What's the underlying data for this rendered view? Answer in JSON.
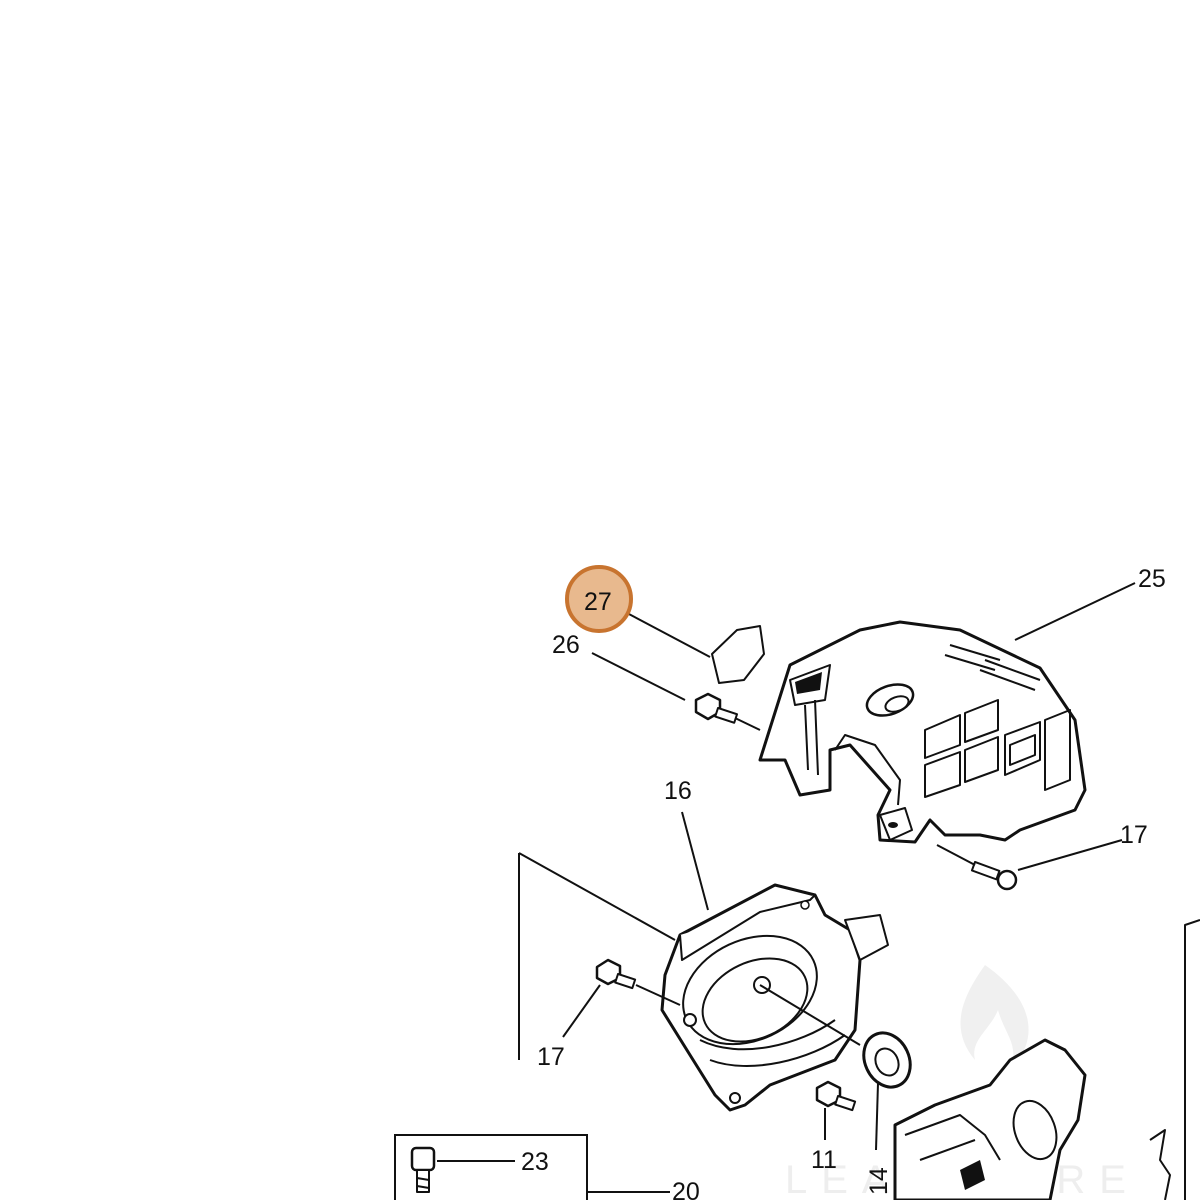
{
  "callouts": [
    {
      "id": "27",
      "text": "27",
      "highlight": "#e8b98e",
      "ring": "#c8742f"
    },
    {
      "id": "26",
      "text": "26"
    },
    {
      "id": "25",
      "text": "25"
    },
    {
      "id": "16",
      "text": "16"
    },
    {
      "id": "17a",
      "text": "17"
    },
    {
      "id": "17b",
      "text": "17"
    },
    {
      "id": "23",
      "text": "23"
    },
    {
      "id": "20",
      "text": "20"
    },
    {
      "id": "11",
      "text": "11"
    },
    {
      "id": "14",
      "text": "14"
    }
  ],
  "watermark": "LEAD   NURE"
}
